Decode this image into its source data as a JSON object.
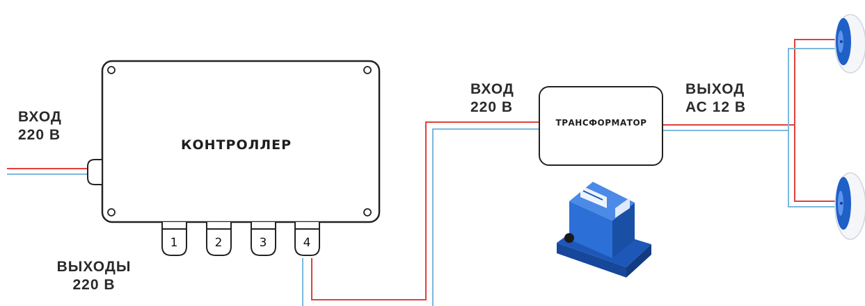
{
  "controller": {
    "title": "КОНТРОЛЛЕР",
    "ports": [
      "1",
      "2",
      "3",
      "4"
    ]
  },
  "labels": {
    "input_left": [
      "ВХОД",
      "220 В"
    ],
    "outputs": [
      "ВЫХОДЫ",
      "220 В"
    ],
    "input_transformer": [
      "ВХОД",
      "220 В"
    ],
    "output_transformer": [
      "ВЫХОД",
      "АС 12 В"
    ]
  },
  "transformer": {
    "title": "ТРАНСФОРМАТОР"
  },
  "colors": {
    "live_wire": "#e0403a",
    "neutral_wire": "#7ab8de",
    "outline": "#222222",
    "device_blue": "#1f5fc8"
  },
  "icons": {
    "transformer_device": "transformer-photo",
    "lamps": [
      "pool-light",
      "pool-light"
    ]
  }
}
